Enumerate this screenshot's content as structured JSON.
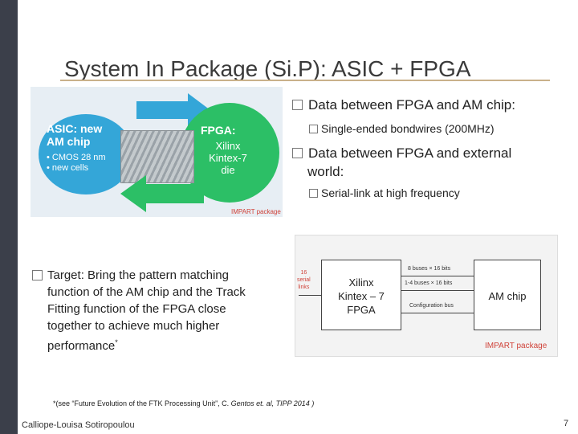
{
  "slide": {
    "title": "System In Package (Si.P): ASIC + FPGA",
    "bullets": [
      {
        "text": "Data between FPGA and AM chip:",
        "sub": "Single-ended bondwires (200MHz)"
      },
      {
        "text_line1": "Data between FPGA and external",
        "text_line2": "world:",
        "sub": "Serial-link at high frequency"
      }
    ],
    "target_text": "Target: Bring the pattern matching function of the AM chip and the Track Fitting function of the FPGA close together to achieve much higher performance",
    "target_sup": "*",
    "footnote_prefix": "*(see “Future Evolution of the FTK Processing Unit”, C. ",
    "footnote_italic": "Gentos et. al, TIPP 2014 )",
    "author": "Calliope-Louisa Sotiropoulou",
    "page_number": "7"
  },
  "figure1": {
    "asic_title_line1": "ASIC: new",
    "asic_title_line2": "AM chip",
    "asic_item1": "• CMOS 28 nm",
    "asic_item2": "• new cells",
    "fpga_title": "FPGA:",
    "fpga_line1": "Xilinx",
    "fpga_line2": "Kintex-7",
    "fpga_line3": "die",
    "credit": "IMPART package",
    "colors": {
      "asic": "#34a6d8",
      "fpga": "#2cbf66",
      "arrow_top": "#34a6d8",
      "arrow_bottom": "#2cbf66"
    }
  },
  "figure2": {
    "serial_line1": "16",
    "serial_line2": "serial",
    "serial_line3": "links",
    "fpga_line1": "Xilinx",
    "fpga_line2": "Kintex – 7",
    "fpga_line3": "FPGA",
    "am_chip": "AM chip",
    "bus1": "8 buses × 16 bits",
    "bus2": "1-4 buses × 16 bits",
    "bus3": "Configuration bus",
    "credit": "IMPART package"
  }
}
